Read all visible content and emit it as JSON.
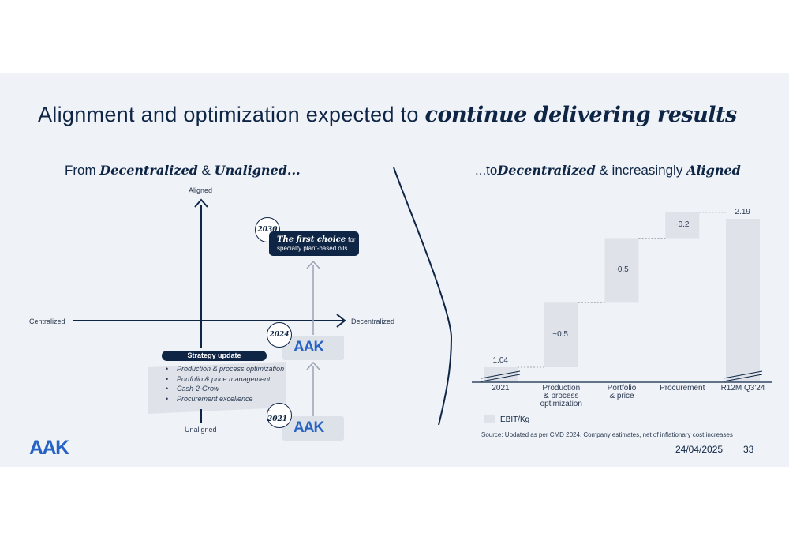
{
  "title": {
    "plain": "Alignment and optimization expected to",
    "emphasis": "continue delivering results"
  },
  "left": {
    "heading": {
      "prefix": "From",
      "word1": "Decentralized",
      "amp": "&",
      "word2": "Unaligned..."
    },
    "axes": {
      "top": "Aligned",
      "bottom": "Unaligned",
      "left": "Centralized",
      "right": "Decentralized"
    },
    "y2030": "2030",
    "y2024": "2024",
    "y2021": "- 2021",
    "choice": {
      "emph": "The first choice",
      "rest": "for",
      "line2": "specialty plant-based oils"
    },
    "aak_mark": "AAK",
    "strategy": {
      "label": "Strategy update",
      "items": [
        "Production & process optimization",
        "Portfolio & price management",
        "Cash-2-Grow",
        "Procurement excellence"
      ]
    }
  },
  "right": {
    "heading": {
      "prefix": "...to",
      "word1": "Decentralized",
      "mid": "& increasingly",
      "word2": "Aligned"
    }
  },
  "chart_data": {
    "type": "bar",
    "subtype": "waterfall",
    "categories": [
      "2021",
      "Production & process optimization",
      "Portfolio & price",
      "Procurement",
      "R12M Q3'24"
    ],
    "category_lines": [
      [
        "2021"
      ],
      [
        "Production",
        "& process",
        "optimization"
      ],
      [
        "Portfolio",
        "& price"
      ],
      [
        "Procurement"
      ],
      [
        "R12M Q3'24"
      ]
    ],
    "values": [
      1.04,
      0.5,
      0.5,
      0.2,
      2.19
    ],
    "data_labels": [
      "1.04",
      "~0.5",
      "~0.5",
      "~0.2",
      "2.19"
    ],
    "series": [
      {
        "name": "EBIT/Kg",
        "values": [
          1.04,
          0.5,
          0.5,
          0.2,
          2.19
        ]
      }
    ],
    "legend": "EBIT/Kg",
    "bar_color": "#dfe2e8",
    "axis_broken": true
  },
  "source": "Source: Updated as per CMD 2024. Company estimates, net of inflationary cost increases",
  "footer": {
    "date": "24/04/2025",
    "page": "33"
  },
  "logo": "AAK",
  "colors": {
    "navy": "#0e2545",
    "brand_blue": "#2663c4",
    "slide_bg": "#eff2f6",
    "bar": "#dfe2e8"
  }
}
